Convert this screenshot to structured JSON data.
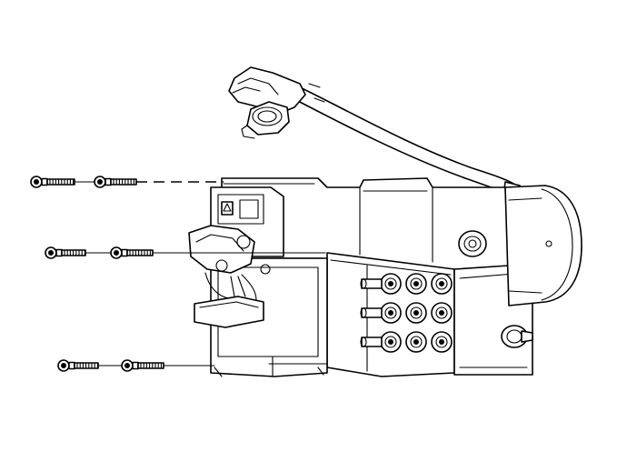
{
  "figure": {
    "colors": {
      "line": "#000000",
      "background": "#ffffff"
    },
    "parts": [
      {
        "id": "electrical-connector",
        "type": "harness connector"
      },
      {
        "id": "modulator-valve-assembly",
        "type": "hydraulic modulator"
      },
      {
        "id": "pump-motor",
        "type": "motor housing"
      },
      {
        "id": "control-module",
        "type": "electronic module"
      },
      {
        "id": "brake-pipe-ports",
        "type": "fitting ports"
      }
    ],
    "bolt_count": 6
  }
}
